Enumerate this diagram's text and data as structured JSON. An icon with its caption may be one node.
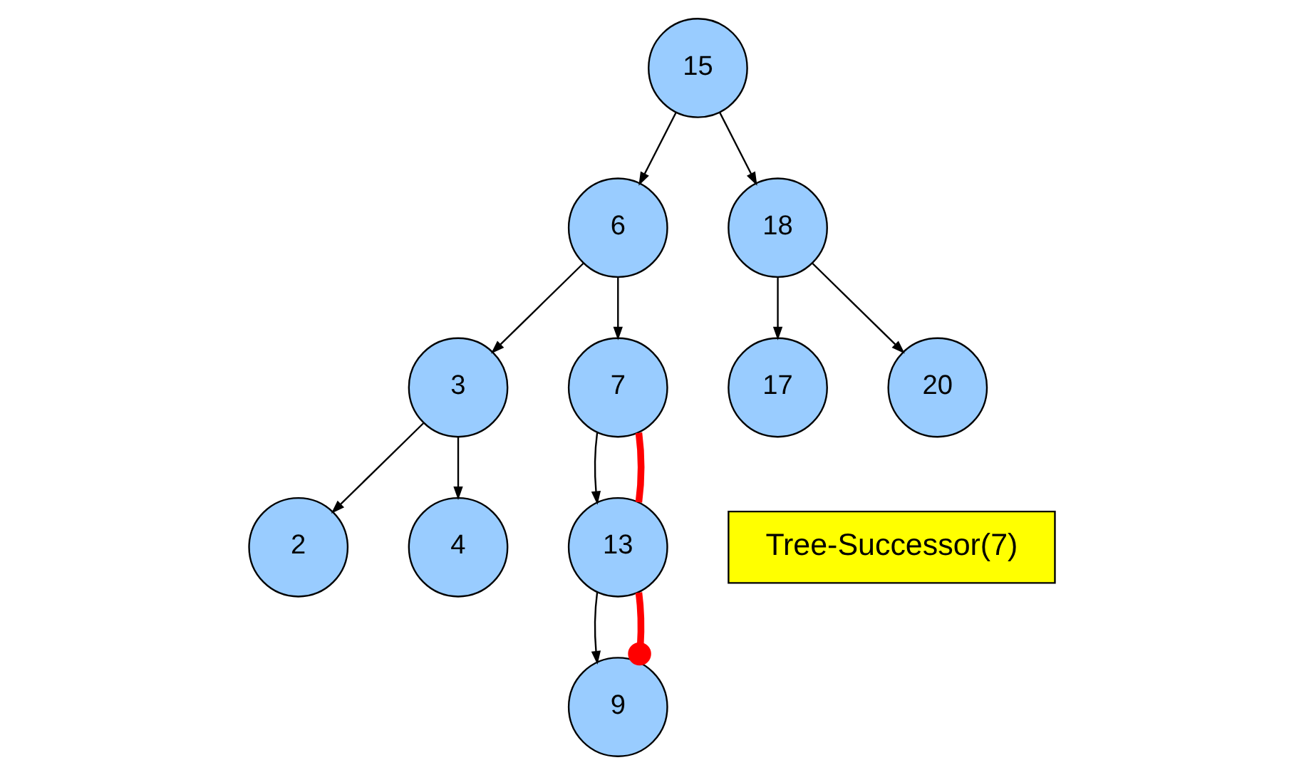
{
  "diagram": {
    "nodes": [
      {
        "text": [
          "15"
        ]
      },
      {
        "text": [
          "6"
        ]
      },
      {
        "text": [
          "18"
        ]
      },
      {
        "text": [
          "3"
        ]
      },
      {
        "text": [
          "7"
        ]
      },
      {
        "text": [
          "17"
        ]
      },
      {
        "text": [
          "20"
        ]
      },
      {
        "text": [
          "2"
        ]
      },
      {
        "text": [
          "4"
        ]
      },
      {
        "text": [
          "13"
        ]
      },
      {
        "text": [
          "Tree-Successor(7)"
        ]
      },
      {
        "text": [
          "9"
        ]
      }
    ],
    "edges": [
      {
        "from": 0,
        "to": 1,
        "arrow": "to"
      },
      {
        "from": 0,
        "to": 2,
        "arrow": "to"
      },
      {
        "from": 1,
        "to": 3,
        "arrow": "to"
      },
      {
        "from": 1,
        "to": 4,
        "arrow": "to"
      },
      {
        "from": 2,
        "to": 5,
        "arrow": "to"
      },
      {
        "from": 2,
        "to": 6,
        "arrow": "to"
      },
      {
        "from": 3,
        "to": 7,
        "arrow": "to"
      },
      {
        "from": 3,
        "to": 8,
        "arrow": "to"
      },
      {
        "from": 4,
        "to": 9,
        "arrow": "to"
      },
      {
        "from": 9,
        "to": 11,
        "arrow": "to"
      },
      {
        "from": 4,
        "to": 9,
        "arrow": "none",
        "style": "thick",
        "color": "#ff0000"
      },
      {
        "from": 9,
        "to": 11,
        "arrow": "other",
        "style": "thick",
        "color": "#ff0000"
      }
    ]
  }
}
